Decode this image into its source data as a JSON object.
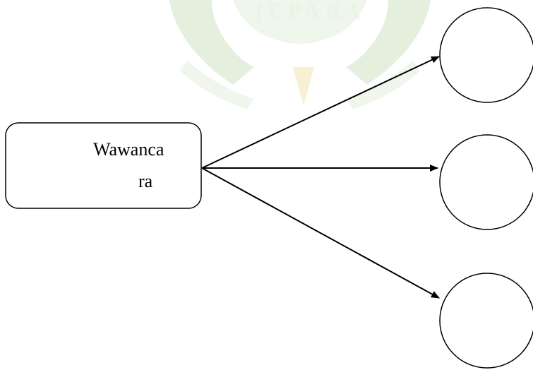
{
  "watermark": {
    "text": "JEPARA",
    "color_green": "#cfe5c3",
    "color_gold": "#f3e2b2"
  },
  "diagram": {
    "source": {
      "label_line1": "Wawanca",
      "label_line2": "ra"
    },
    "targets": [
      {
        "label": ""
      },
      {
        "label": ""
      },
      {
        "label": ""
      }
    ],
    "stroke_color": "#000000"
  }
}
